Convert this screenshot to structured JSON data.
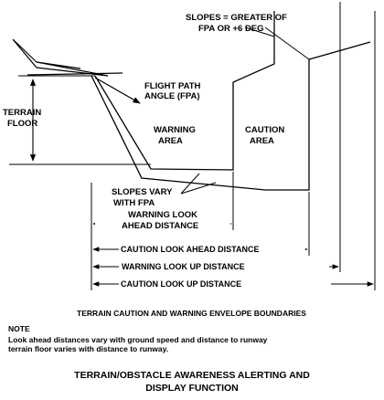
{
  "labels": {
    "slopes_line1": "SLOPES = GREATER OF",
    "slopes_line2": "FPA OR +6 DEG",
    "fpa_line1": "FLIGHT PATH",
    "fpa_line2": "ANGLE (FPA)",
    "terrain_line1": "TERRAIN",
    "terrain_line2": "FLOOR",
    "warning_area_line1": "WARNING",
    "warning_area_line2": "AREA",
    "caution_area_line1": "CAUTION",
    "caution_area_line2": "AREA",
    "slopes_vary_line1": "SLOPES VARY",
    "slopes_vary_line2": "WITH FPA",
    "warn_look_ahead_line1": "WARNING LOOK",
    "warn_look_ahead_line2": "AHEAD DISTANCE",
    "caution_look_ahead": "CAUTION LOOK AHEAD DISTANCE",
    "warning_look_up": "WARNING LOOK UP DISTANCE",
    "caution_look_up": "CAUTION LOOK UP DISTANCE"
  },
  "caption": "TERRAIN CAUTION AND WARNING ENVELOPE BOUNDARIES",
  "note": {
    "title": "NOTE",
    "body": "Look ahead distances vary with ground speed and distance to runway terrain floor varies with distance to runway."
  },
  "footer": {
    "line1": "TERRAIN/OBSTACLE AWARENESS ALERTING AND",
    "line2": "DISPLAY FUNCTION"
  }
}
